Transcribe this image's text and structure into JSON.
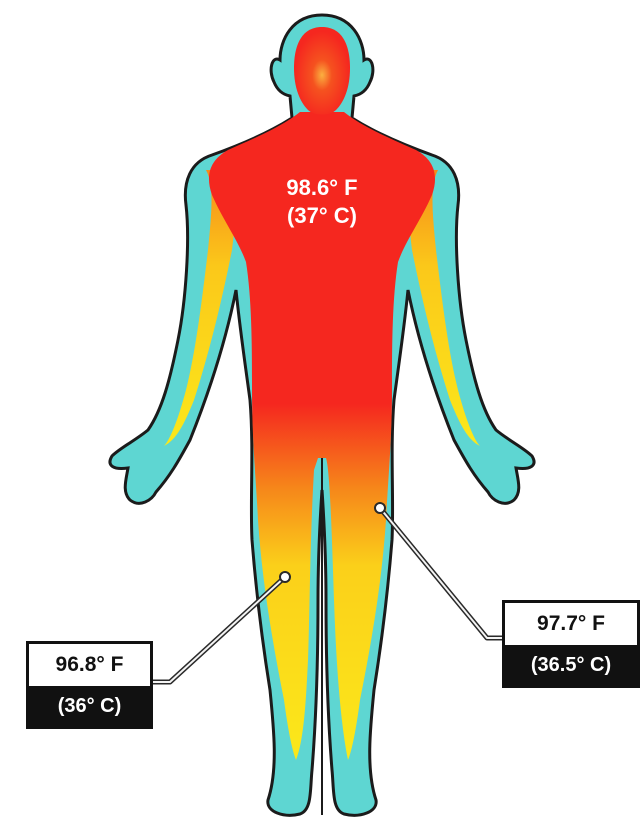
{
  "annotations": {
    "core": {
      "fahrenheit": "98.6° F",
      "celsius": "(37° C)"
    },
    "thigh": {
      "fahrenheit": "97.7° F",
      "celsius": "(36.5° C)"
    },
    "lower_leg": {
      "fahrenheit": "96.8° F",
      "celsius": "(36° C)"
    }
  },
  "colors": {
    "outline": "#1b1b1b",
    "skin_shell": "#5ed6d2",
    "core_hot": "#f5271f",
    "warm": "#f6861a",
    "mild": "#fbe81a",
    "label_dark": "#111111"
  }
}
